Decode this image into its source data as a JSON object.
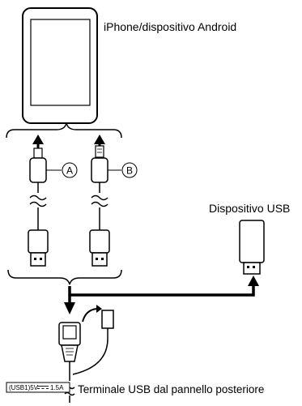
{
  "labels": {
    "phone": "iPhone/dispositivo Android",
    "usb_device": "Dispositivo USB",
    "terminal": "Terminale USB dal pannello posteriore",
    "usb_rating": "(USB1)5V",
    "usb_current": "1.5A",
    "cable_a": "A",
    "cable_b": "B"
  },
  "icons": [
    "smartphone-icon",
    "usb-flash-drive-icon",
    "usb-a-plug-icon",
    "micro-usb-plug-icon",
    "lightning-plug-icon",
    "cable-break-icon",
    "arrow-icon",
    "brace-icon"
  ]
}
